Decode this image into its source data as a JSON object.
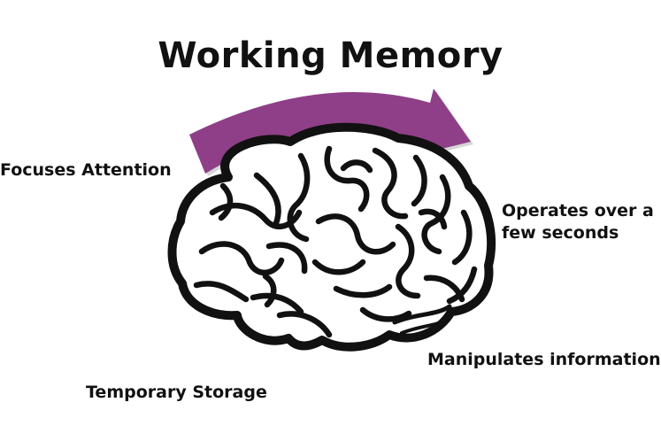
{
  "title": "Working Memory",
  "labels": {
    "focuses_attention": "Focuses Attention",
    "operates_line1": "Operates over a",
    "operates_line2": "few seconds",
    "manipulates": "Manipulates information",
    "temporary_storage": "Temporary Storage"
  },
  "colors": {
    "arrow": "#8e3f87",
    "arrow_shadow": "#b4b4b4",
    "outline": "#111111"
  },
  "icons": {
    "arrow": "curved-arrow-icon",
    "brain": "brain-icon"
  }
}
